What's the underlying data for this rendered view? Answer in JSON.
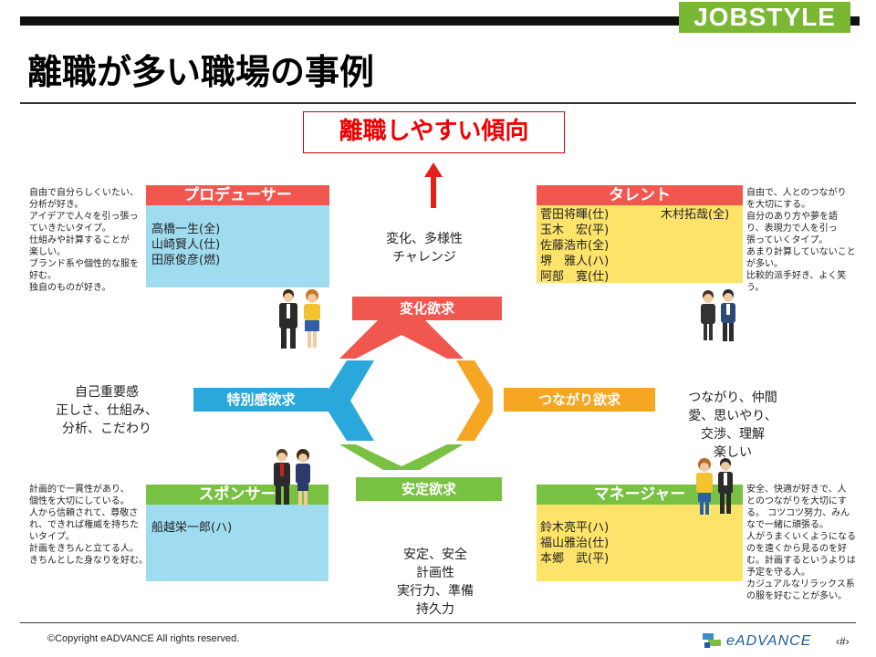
{
  "badge": "JOBSTYLE",
  "page_title": "離職が多い職場の事例",
  "subtitle": "離職しやすい傾向",
  "center_labels": {
    "top": "変化欲求",
    "left": "特別感欲求",
    "right": "つながり欲求",
    "bottom": "安定欲求"
  },
  "keywords": {
    "top": [
      "変化、多様性",
      "チャレンジ"
    ],
    "left": [
      "自己重要感",
      "正しさ、仕組み、",
      "分析、こだわり"
    ],
    "right": [
      "つながり、仲間",
      "愛、思いやり、",
      "交渉、理解",
      "楽しい"
    ],
    "bottom": [
      "安定、安全",
      "計画性",
      "実行力、準備",
      "持久力"
    ]
  },
  "producer": {
    "header": "プロデューサー",
    "names": [
      "高橋一生(全)",
      "山崎賢人(仕)",
      "田原俊彦(燃)"
    ],
    "desc": [
      "自由で自分らしくいたい、",
      "分析が好き。",
      "アイデアで人々を引っ張っ",
      "ていきたいタイプ。",
      "仕組みや計算することが",
      "楽しい。",
      "ブランド系や個性的な服を",
      "好む。",
      "独自のものが好き。"
    ]
  },
  "talent": {
    "header": "タレント",
    "names_left": [
      "菅田将暉(仕)",
      "玉木　宏(平)",
      "佐藤浩市(全)",
      "堺　雅人(ハ)",
      "阿部　寛(仕)"
    ],
    "names_right": [
      "木村拓哉(全)"
    ],
    "desc": [
      "自由で、人とのつながり",
      "を大切にする。",
      "自分のあり方や夢を語",
      "り、表現力で人を引っ",
      "張っていくタイプ。",
      "あまり計算していないこと",
      "が多い。",
      "比較的派手好き、よく笑",
      "う。"
    ]
  },
  "sponsor": {
    "header": "スポンサー",
    "names": [
      "船越栄一郎(ハ)"
    ],
    "desc": [
      "計画的で一貫性があり、",
      "個性を大切にしている。",
      "人から信頼されて、尊敬さ",
      "れ、できれば権威を持ちた",
      "いタイプ。",
      "計画をきちんと立てる人。",
      "きちんとした身なりを好む。"
    ]
  },
  "manager": {
    "header": "マネージャー",
    "names": [
      "鈴木亮平(ハ)",
      "福山雅治(仕)",
      "本郷　武(平)"
    ],
    "desc": [
      "安全、快適が好きで、人",
      "とのつながりを大切にす",
      "る。 コツコツ努力、みん",
      "なで一緒に頑張る。",
      "人がうまくいくようになる",
      "のを遠くから見るのを好",
      "む。計画するというよりは",
      "予定を守る人。",
      "カジュアルなリラックス系",
      "の服を好むことが多い。"
    ]
  },
  "footer": {
    "copyright": "©Copyright  eADVANCE  All rights reserved.",
    "logo": "eADVANCE",
    "page": "‹#›"
  },
  "colors": {
    "red": "#f0574f",
    "blue": "#2aa8dc",
    "orange": "#f5a623",
    "green": "#79c143",
    "yellow": "#fde36a",
    "lightblue": "#9fdcf0"
  }
}
